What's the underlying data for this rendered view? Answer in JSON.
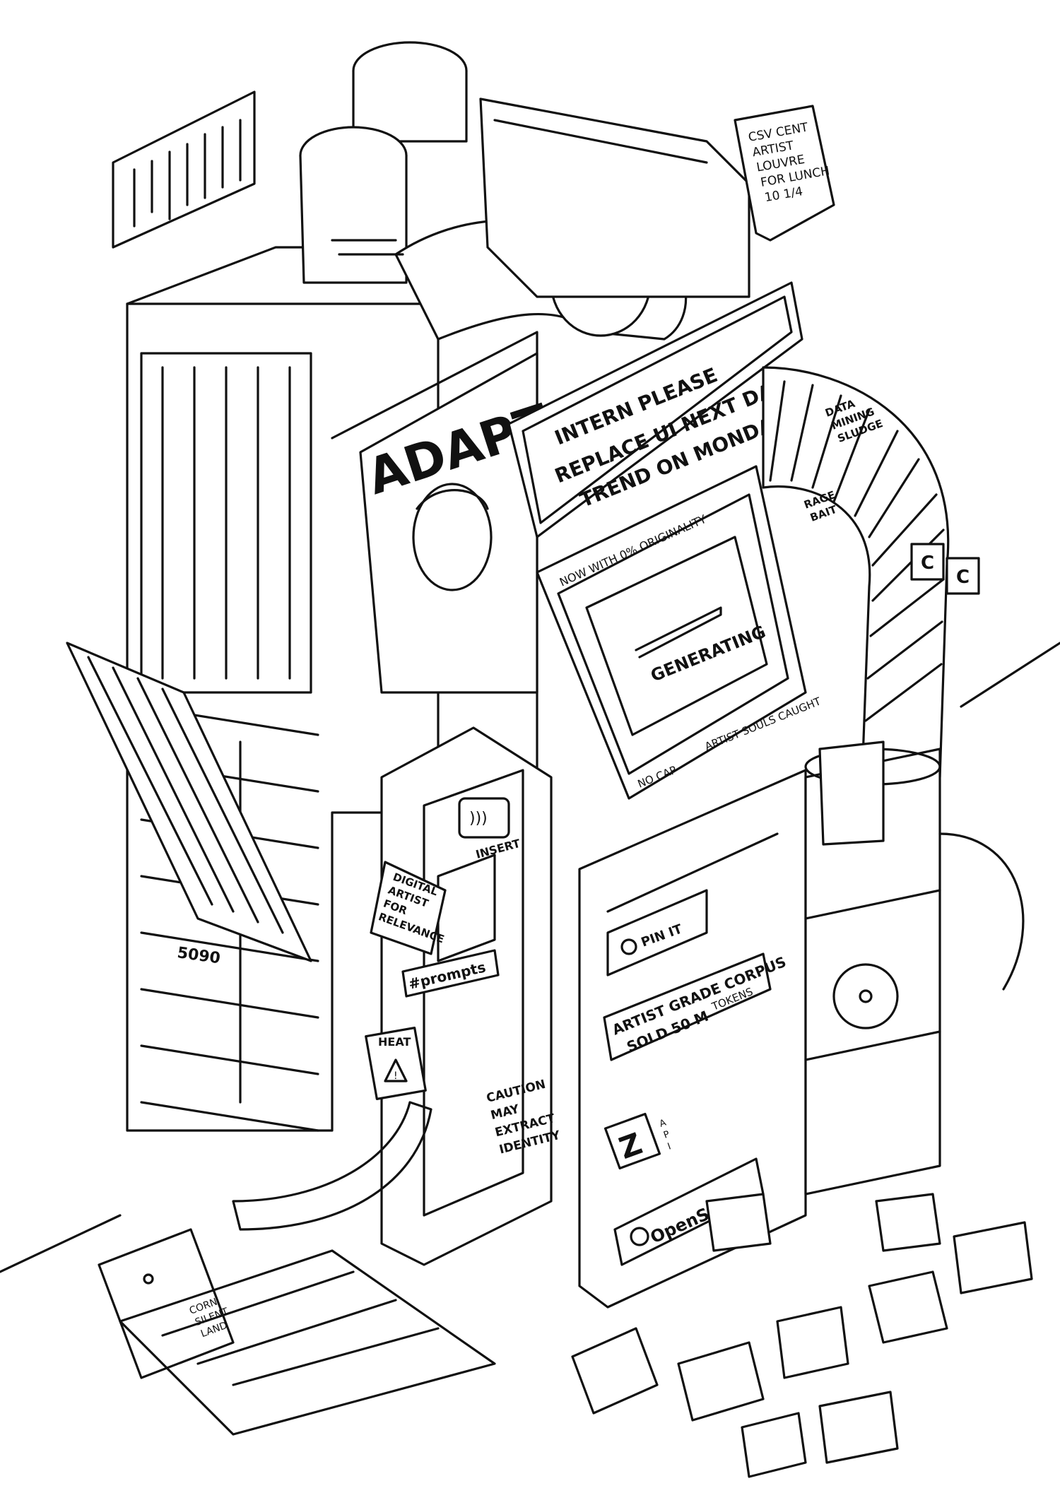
{
  "poster": {
    "title": "ADAPT"
  },
  "top_sign": {
    "line1": "INTERN PLEASE",
    "line2": "REPLACE UI NEXT DAILY",
    "line3": "TREND ON MONDAY"
  },
  "monitor": {
    "top_label": "NOW WITH 0% ORIGINALITY",
    "screen_text": "GENERATING",
    "bottom_label_left": "NO CAP",
    "bottom_label_right": "ARTIST SOULS CAUGHT"
  },
  "note_top_right": {
    "lines": [
      "CSV CENT",
      "ARTIST",
      "LOUVRE",
      "FOR LUNCH",
      "10 1/4"
    ]
  },
  "pipe_labels": {
    "label1": [
      "DATA",
      "MINING",
      "SLUDGE"
    ],
    "label2": [
      "RAGE",
      "BAIT"
    ],
    "badges": [
      "C",
      "C"
    ]
  },
  "kiosk": {
    "insert_label": "INSERT",
    "heat_label": "HEAT",
    "caution_lines": [
      "CAUTION",
      "MAY",
      "EXTRACT",
      "IDENTITY"
    ]
  },
  "notes": {
    "digital_artist": [
      "DIGITAL",
      "ARTIST",
      "FOR",
      "RELEVANCE"
    ],
    "prompts_tag": "#prompts",
    "gpu_label": "5090",
    "bottom_card": [
      "CORN",
      "SILENT",
      "LAND"
    ]
  },
  "pin_it": {
    "label": "PIN IT"
  },
  "corpus_sign": {
    "line1": "ARTIST GRADE CORPUS",
    "line2": "SOLD 50 M",
    "tail": "TOKENS"
  },
  "brand": {
    "logo_text": "OpenSlop",
    "mark": "Z",
    "mark_sub": [
      "A",
      "P",
      "I"
    ]
  },
  "colors": {
    "ink": "#111111",
    "paper": "#ffffff"
  }
}
